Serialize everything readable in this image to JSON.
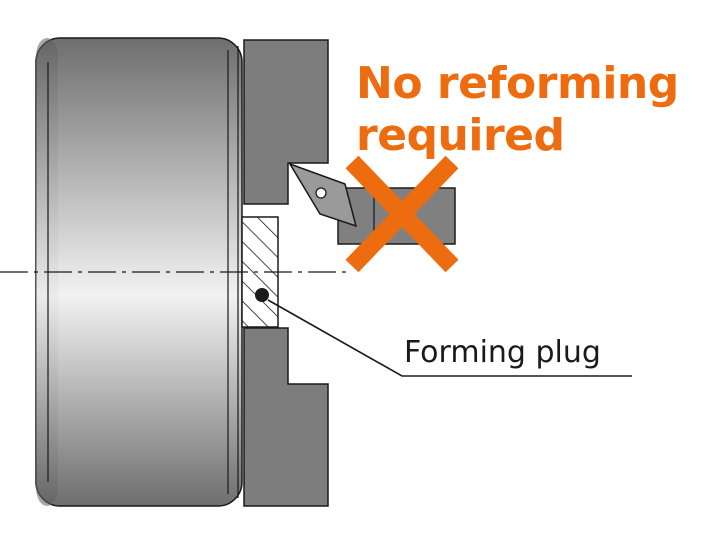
{
  "headline": {
    "line1": "No reforming",
    "line2": "required",
    "color": "#ee6c10"
  },
  "callout": {
    "label": "Forming plug"
  },
  "colors": {
    "chuck_dark": "#6e6e6e",
    "chuck_light": "#f2f2f2",
    "jaw_fill": "#7d7d7d",
    "tool_holder": "#808080",
    "insert_fill": "#9a9a9a",
    "cross_mark": "#ee6c10",
    "outline": "#1a1a1a"
  },
  "icons": {
    "prohibited_mark": "cross-icon"
  }
}
